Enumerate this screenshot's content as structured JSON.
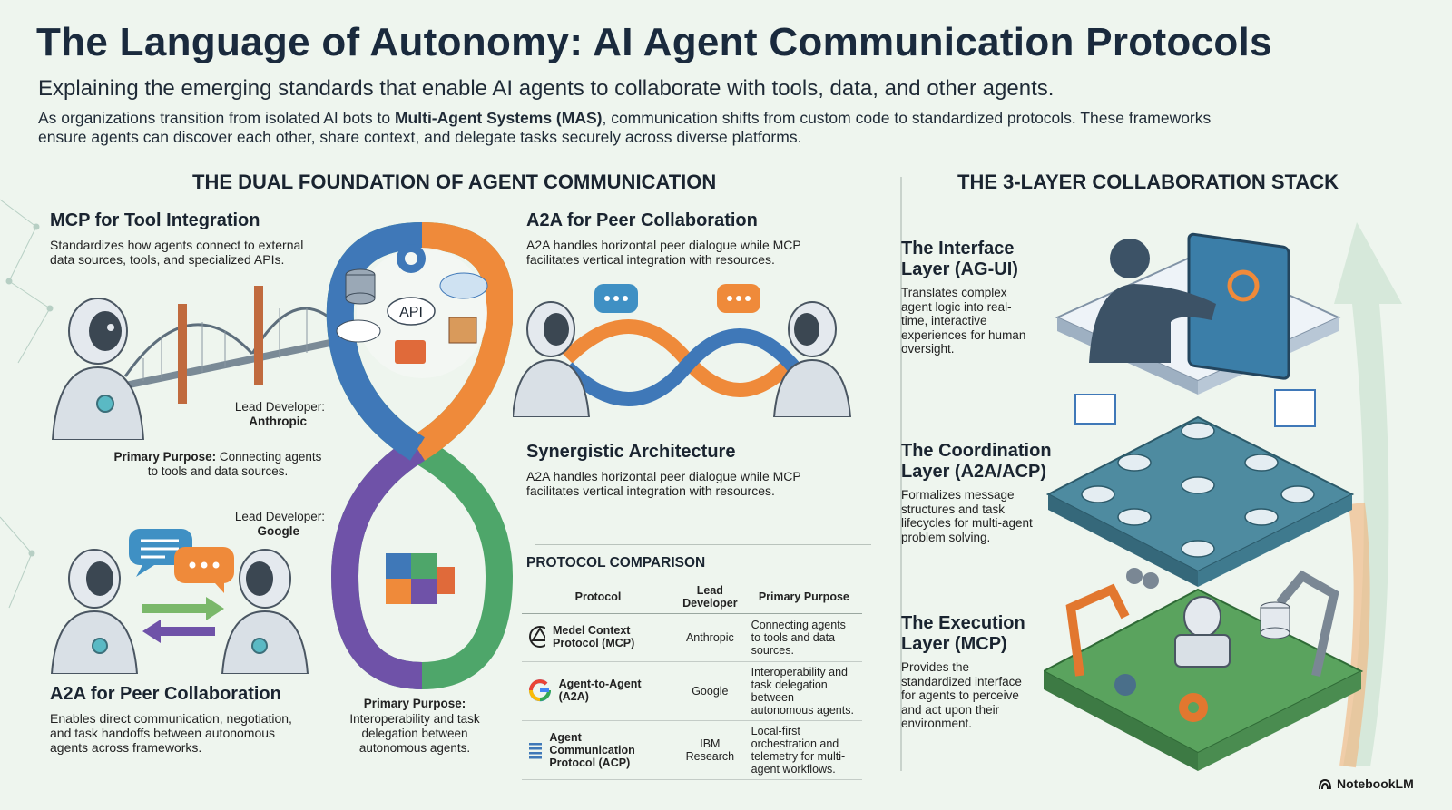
{
  "header": {
    "title": "The Language of Autonomy: AI Agent Communication Protocols",
    "subtitle": "Explaining the emerging standards that enable AI agents to collaborate with tools, data, and other agents.",
    "intro_before": "As organizations transition from isolated AI bots to ",
    "intro_bold": "Multi-Agent Systems (MAS)",
    "intro_after": ", communication shifts from custom code to standardized protocols. These frameworks ensure agents can discover each other, share context, and delegate tasks securely across diverse platforms."
  },
  "dual": {
    "heading": "THE DUAL FOUNDATION OF AGENT COMMUNICATION",
    "mcp": {
      "title": "MCP for Tool Integration",
      "desc": "Standardizes how agents connect to external data sources, tools, and specialized APIs.",
      "lead_label": "Lead Developer:",
      "lead_value": "Anthropic",
      "purpose_label": "Primary Purpose:",
      "purpose_value": " Connecting agents to tools and data sources."
    },
    "a2a_left": {
      "lead_label": "Lead Developer:",
      "lead_value": "Google",
      "title": "A2A for Peer Collaboration",
      "desc": "Enables direct communication, negotiation, and task handoffs between autonomous agents across frameworks."
    },
    "center": {
      "api_label": "API",
      "purpose_label": "Primary Purpose:",
      "purpose_value": "Interoperability and task delegation between autonomous agents."
    },
    "a2a_right": {
      "title": "A2A for Peer Collaboration",
      "desc": "A2A handles horizontal peer dialogue while MCP facilitates vertical integration with resources."
    },
    "synergy": {
      "title": "Synergistic Architecture",
      "desc": "A2A handles horizontal peer dialogue while MCP facilitates vertical integration with resources."
    }
  },
  "comparison": {
    "heading": "PROTOCOL COMPARISON",
    "headers": [
      "Protocol",
      "Lead Developer",
      "Primary Purpose"
    ],
    "rows": [
      {
        "icon": "openai-logo-icon",
        "protocol": "Medel Context Protocol (MCP)",
        "developer": "Anthropic",
        "purpose": "Connecting agents to tools and data sources."
      },
      {
        "icon": "google-logo-icon",
        "protocol": "Agent-to-Agent (A2A)",
        "developer": "Google",
        "purpose": "Interoperability and task delegation between autonomous agents."
      },
      {
        "icon": "ibm-logo-icon",
        "protocol": "Agent Communication Protocol (ACP)",
        "developer": "IBM Research",
        "purpose": "Local-first orchestration and telemetry for multi-agent workflows."
      }
    ]
  },
  "stack": {
    "heading": "THE 3-LAYER COLLABORATION STACK",
    "layers": [
      {
        "title": "The Interface Layer (AG-UI)",
        "desc": "Translates complex agent logic into real-time, interactive experiences for human oversight."
      },
      {
        "title": "The Coordination Layer (A2A/ACP)",
        "desc": "Formalizes message structures and task lifecycles for multi-agent problem solving."
      },
      {
        "title": "The Execution Layer (MCP)",
        "desc": "Provides the standardized interface for agents to perceive and act upon their environment."
      }
    ]
  },
  "footer": {
    "brand": "NotebookLM"
  },
  "colors": {
    "background": "#eef5ee",
    "orange": "#ef8a3a",
    "green": "#4ea66a",
    "blue": "#3f78b8",
    "purple": "#6f52a8",
    "teal": "#3aa7a0"
  }
}
